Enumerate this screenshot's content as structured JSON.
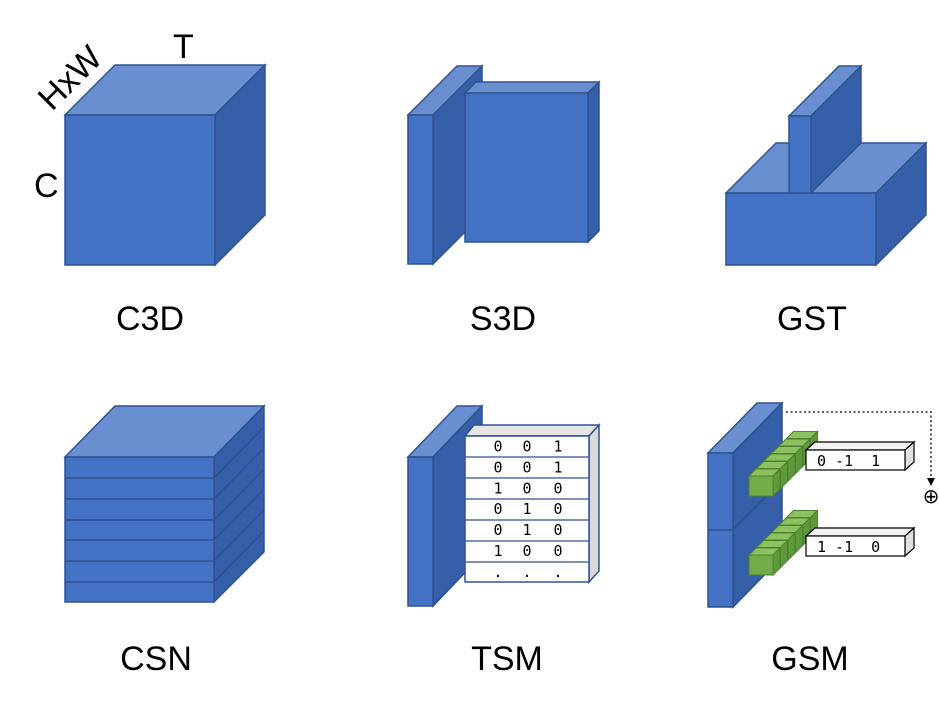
{
  "labels": {
    "c3d": "C3D",
    "s3d": "S3D",
    "gst": "GST",
    "csn": "CSN",
    "tsm": "TSM",
    "gsm": "GSM"
  },
  "axes": {
    "hw": "HxW",
    "t": "T",
    "c": "C"
  },
  "tsm_rows": [
    [
      "0",
      "0",
      "1"
    ],
    [
      "0",
      "0",
      "1"
    ],
    [
      "1",
      "0",
      "0"
    ],
    [
      "0",
      "1",
      "0"
    ],
    [
      "0",
      "1",
      "0"
    ],
    [
      "1",
      "0",
      "0"
    ],
    [
      ".",
      ".",
      "."
    ]
  ],
  "gsm_kernels": {
    "top": "0 -1  1",
    "bottom": "1 -1  0"
  },
  "gsm_sum_symbol": "⊕",
  "colors": {
    "cube_front": "#4472c4",
    "cube_top": "#6a8fd0",
    "cube_side": "#355fa8",
    "edge": "#2f528f",
    "green": "#70ad47",
    "green_top": "#8cc15f",
    "green_edge": "#507e32"
  }
}
